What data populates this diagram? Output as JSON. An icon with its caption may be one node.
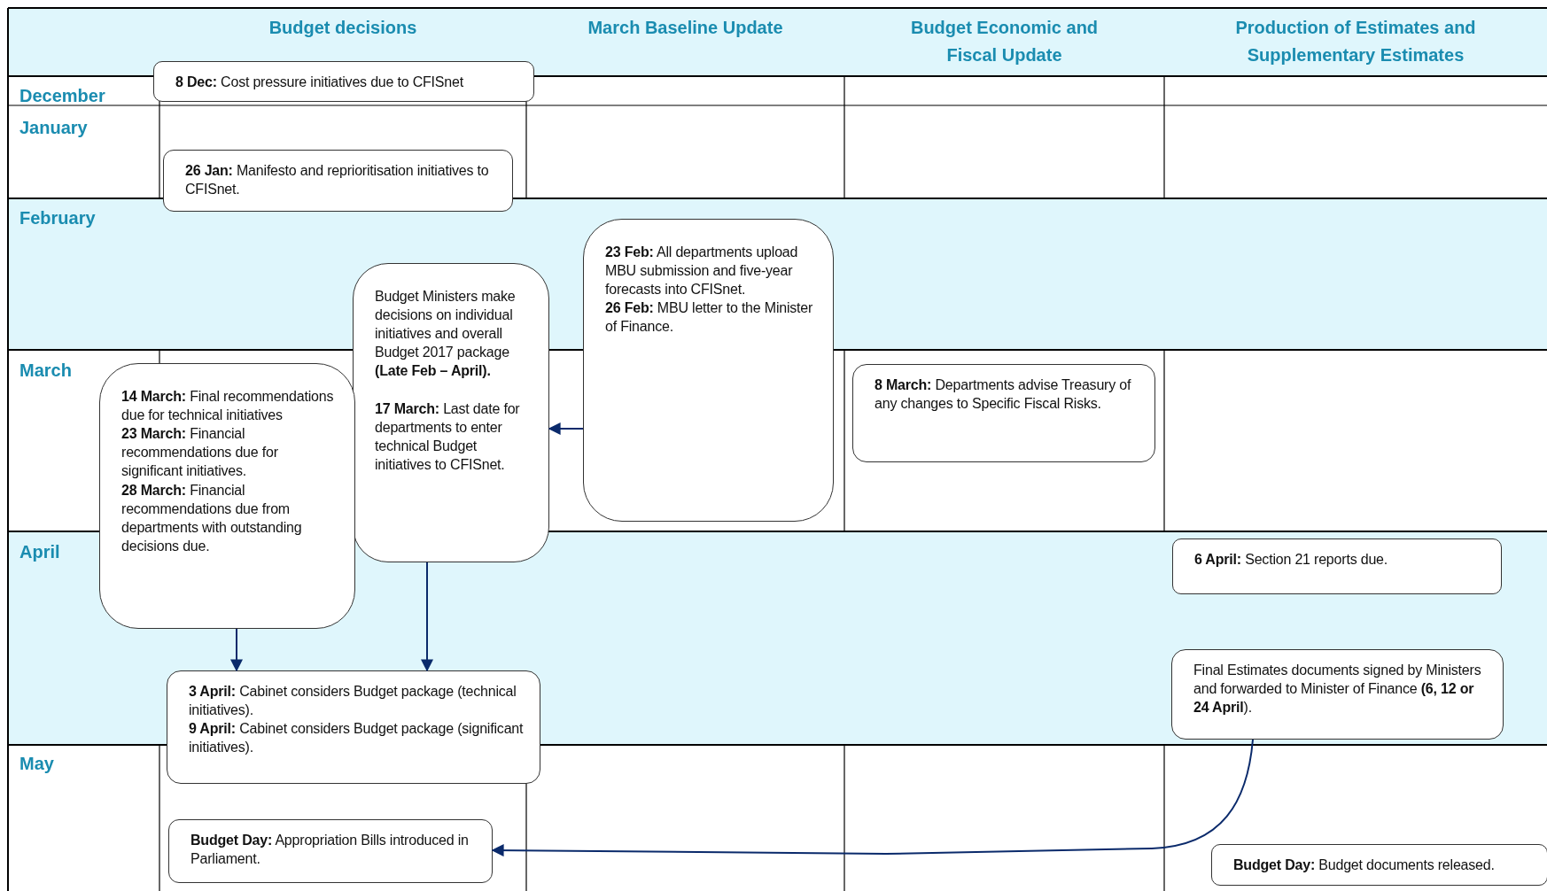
{
  "diagram": {
    "nodes": [
      {
        "text": [
          "**8 Dec:** Cost pressure initiatives due to CFISnet"
        ]
      },
      {
        "text": [
          "**26 Jan:** Manifesto and reprioritisation initiatives to CFISnet."
        ]
      },
      {
        "text": [
          "Budget Ministers make decisions on individual initiatives and overall Budget 2017 package **(Late Feb – April).**",
          "**17 March:** Last date for departments to enter technical Budget initiatives to CFISnet."
        ]
      },
      {
        "text": [
          "**23 Feb:** All departments upload MBU submission and five-year forecasts into CFISnet.",
          "**26 Feb:** MBU letter to the Minister of Finance."
        ]
      },
      {
        "text": [
          "**14 March:** Final recommendations due for technical initiatives",
          "**23 March:** Financial recommendations due for significant initiatives.",
          "**28 March:** Financial recommendations due from departments with outstanding decisions due."
        ]
      },
      {
        "text": [
          "**8 March:**  Departments advise Treasury of any changes to Specific Fiscal Risks."
        ]
      },
      {
        "text": [
          "**6 April:** Section 21 reports due."
        ]
      },
      {
        "text": [
          "**3 April:** Cabinet considers Budget package (technical initiatives).",
          "**9 April:** Cabinet considers Budget package (significant initiatives)."
        ]
      },
      {
        "text": [
          "Final Estimates documents signed by Ministers and forwarded to Minister of Finance **(6, 12 or 24 April**)."
        ]
      },
      {
        "text": [
          "**Budget Day:** Appropriation Bills introduced in Parliament."
        ]
      },
      {
        "text": [
          "**Budget Day:** Budget documents released."
        ]
      }
    ],
    "edges": [
      {
        "from": 3,
        "to": 2,
        "arrow": "to"
      },
      {
        "from": 4,
        "to": 7,
        "arrow": "to"
      },
      {
        "from": 2,
        "to": 7,
        "arrow": "to"
      },
      {
        "from": 8,
        "to": 9,
        "arrow": "to"
      }
    ],
    "labels": [
      "Budget decisions",
      "March Baseline Update",
      "Budget Economic and Fiscal Update",
      "Production of Estimates and Supplementary Estimates",
      "December",
      "January",
      "February",
      "March",
      "April",
      "May"
    ]
  }
}
